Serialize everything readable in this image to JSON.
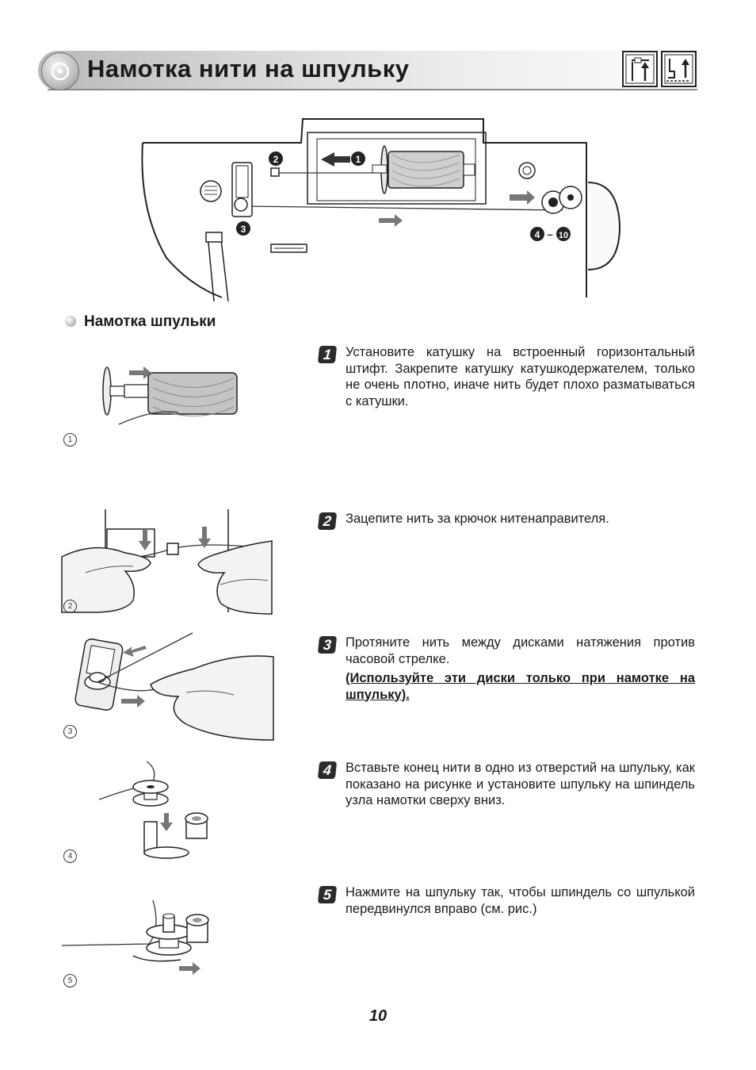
{
  "header": {
    "title": "Намотка нити на шпульку"
  },
  "main_figure": {
    "callouts": [
      "2",
      "1",
      "3",
      "4",
      "–",
      "10"
    ]
  },
  "section": {
    "title": "Намотка шпульки"
  },
  "steps": [
    {
      "number": "1",
      "figure_label": "1",
      "text": "Установите катушку на встроенный горизонтальный штифт. Закрепите катушку катушкодержателем, только не очень плотно, иначе нить будет плохо разматываться с катушки."
    },
    {
      "number": "2",
      "figure_label": "2",
      "text": "Зацепите нить за крючок нитенаправителя."
    },
    {
      "number": "3",
      "figure_label": "3",
      "text": "Протяните нить между дисками натяжения против часовой стрелке.",
      "note": "(Используйте эти диски только при намотке на шпульку)."
    },
    {
      "number": "4",
      "figure_label": "4",
      "text": "Вставьте конец нити в одно из отверстий на шпульку, как показано на рисунке и установите шпульку на шпиндель узла намотки сверху вниз."
    },
    {
      "number": "5",
      "figure_label": "5",
      "text": "Нажмите на шпульку так, чтобы шпиндель со шпулькой передвинулся вправо (см. рис.)"
    }
  ],
  "footer": {
    "page_number": "10"
  }
}
